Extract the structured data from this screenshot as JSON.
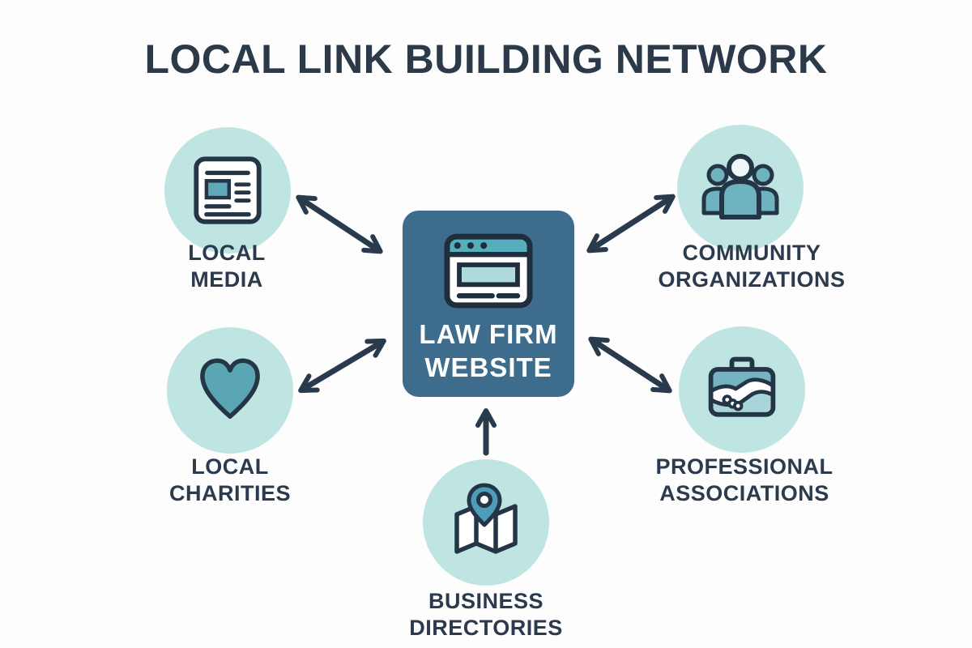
{
  "title": "LOCAL LINK BUILDING NETWORK",
  "center_node": {
    "icon": "browser-window-icon",
    "label_line1": "LAW FIRM",
    "label_line2": "WEBSITE"
  },
  "nodes": {
    "local_media": {
      "icon": "newspaper-icon",
      "label_line1": "LOCAL",
      "label_line2": "MEDIA"
    },
    "community_organizations": {
      "icon": "people-group-icon",
      "label_line1": "COMMUNITY",
      "label_line2": "ORGANIZATIONS"
    },
    "local_charities": {
      "icon": "heart-icon",
      "label_line1": "LOCAL",
      "label_line2": "CHARITIES"
    },
    "professional_associations": {
      "icon": "briefcase-handshake-icon",
      "label_line1": "PROFESSIONAL",
      "label_line2": "ASSOCIATIONS"
    },
    "business_directories": {
      "icon": "map-pin-icon",
      "label": "BUSINESS DIRECTORIES"
    }
  },
  "connections": [
    {
      "from": "law-firm-website",
      "to": "local-media",
      "direction": "bidirectional"
    },
    {
      "from": "law-firm-website",
      "to": "community-organizations",
      "direction": "bidirectional"
    },
    {
      "from": "law-firm-website",
      "to": "local-charities",
      "direction": "bidirectional"
    },
    {
      "from": "law-firm-website",
      "to": "professional-associations",
      "direction": "bidirectional"
    },
    {
      "from": "business-directories",
      "to": "law-firm-website",
      "direction": "one-way"
    }
  ],
  "colors": {
    "background": "#fdfdfd",
    "ink": "#2b3a4c",
    "arrow": "#2a3a4d",
    "circle_fill": "#bfe5e2",
    "icon_teal": "#6fb2c0",
    "icon_teal_dark": "#5fa9bb",
    "icon_teal_light": "#a9d4da",
    "center_box_fill": "#3d6c8d",
    "browser_header_teal": "#56aebc",
    "white": "#ffffff"
  }
}
